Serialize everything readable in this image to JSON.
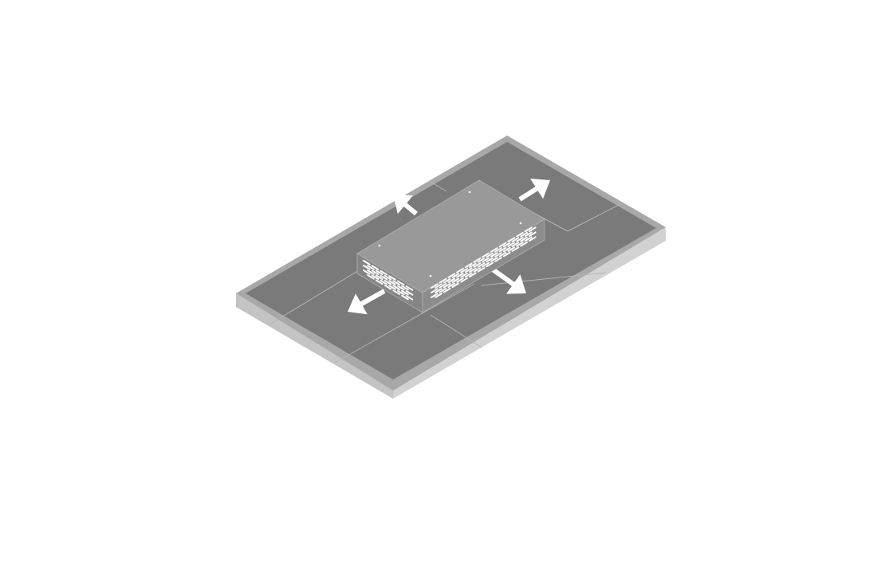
{
  "diagram": {
    "kind": "isometric-illustration",
    "subject": "vented-box-on-base-plate",
    "arrow_count": 4,
    "arrow_directions": [
      "up-left",
      "up-right",
      "down-left",
      "down-right"
    ],
    "colors": {
      "background": "#ffffff",
      "plate_top": "#7a7a7a",
      "plate_rim": "#a8a8a8",
      "plate_side_front": "#d2d2d2",
      "plate_side_left": "#c4c4c4",
      "panel_lines": "#b4b4b4",
      "box_top": "#999999",
      "box_side_front": "#8c8c8c",
      "box_side_left": "#858585",
      "box_edge": "#b0b0b0",
      "vents": "#ffffff",
      "arrows": "#ffffff"
    }
  }
}
